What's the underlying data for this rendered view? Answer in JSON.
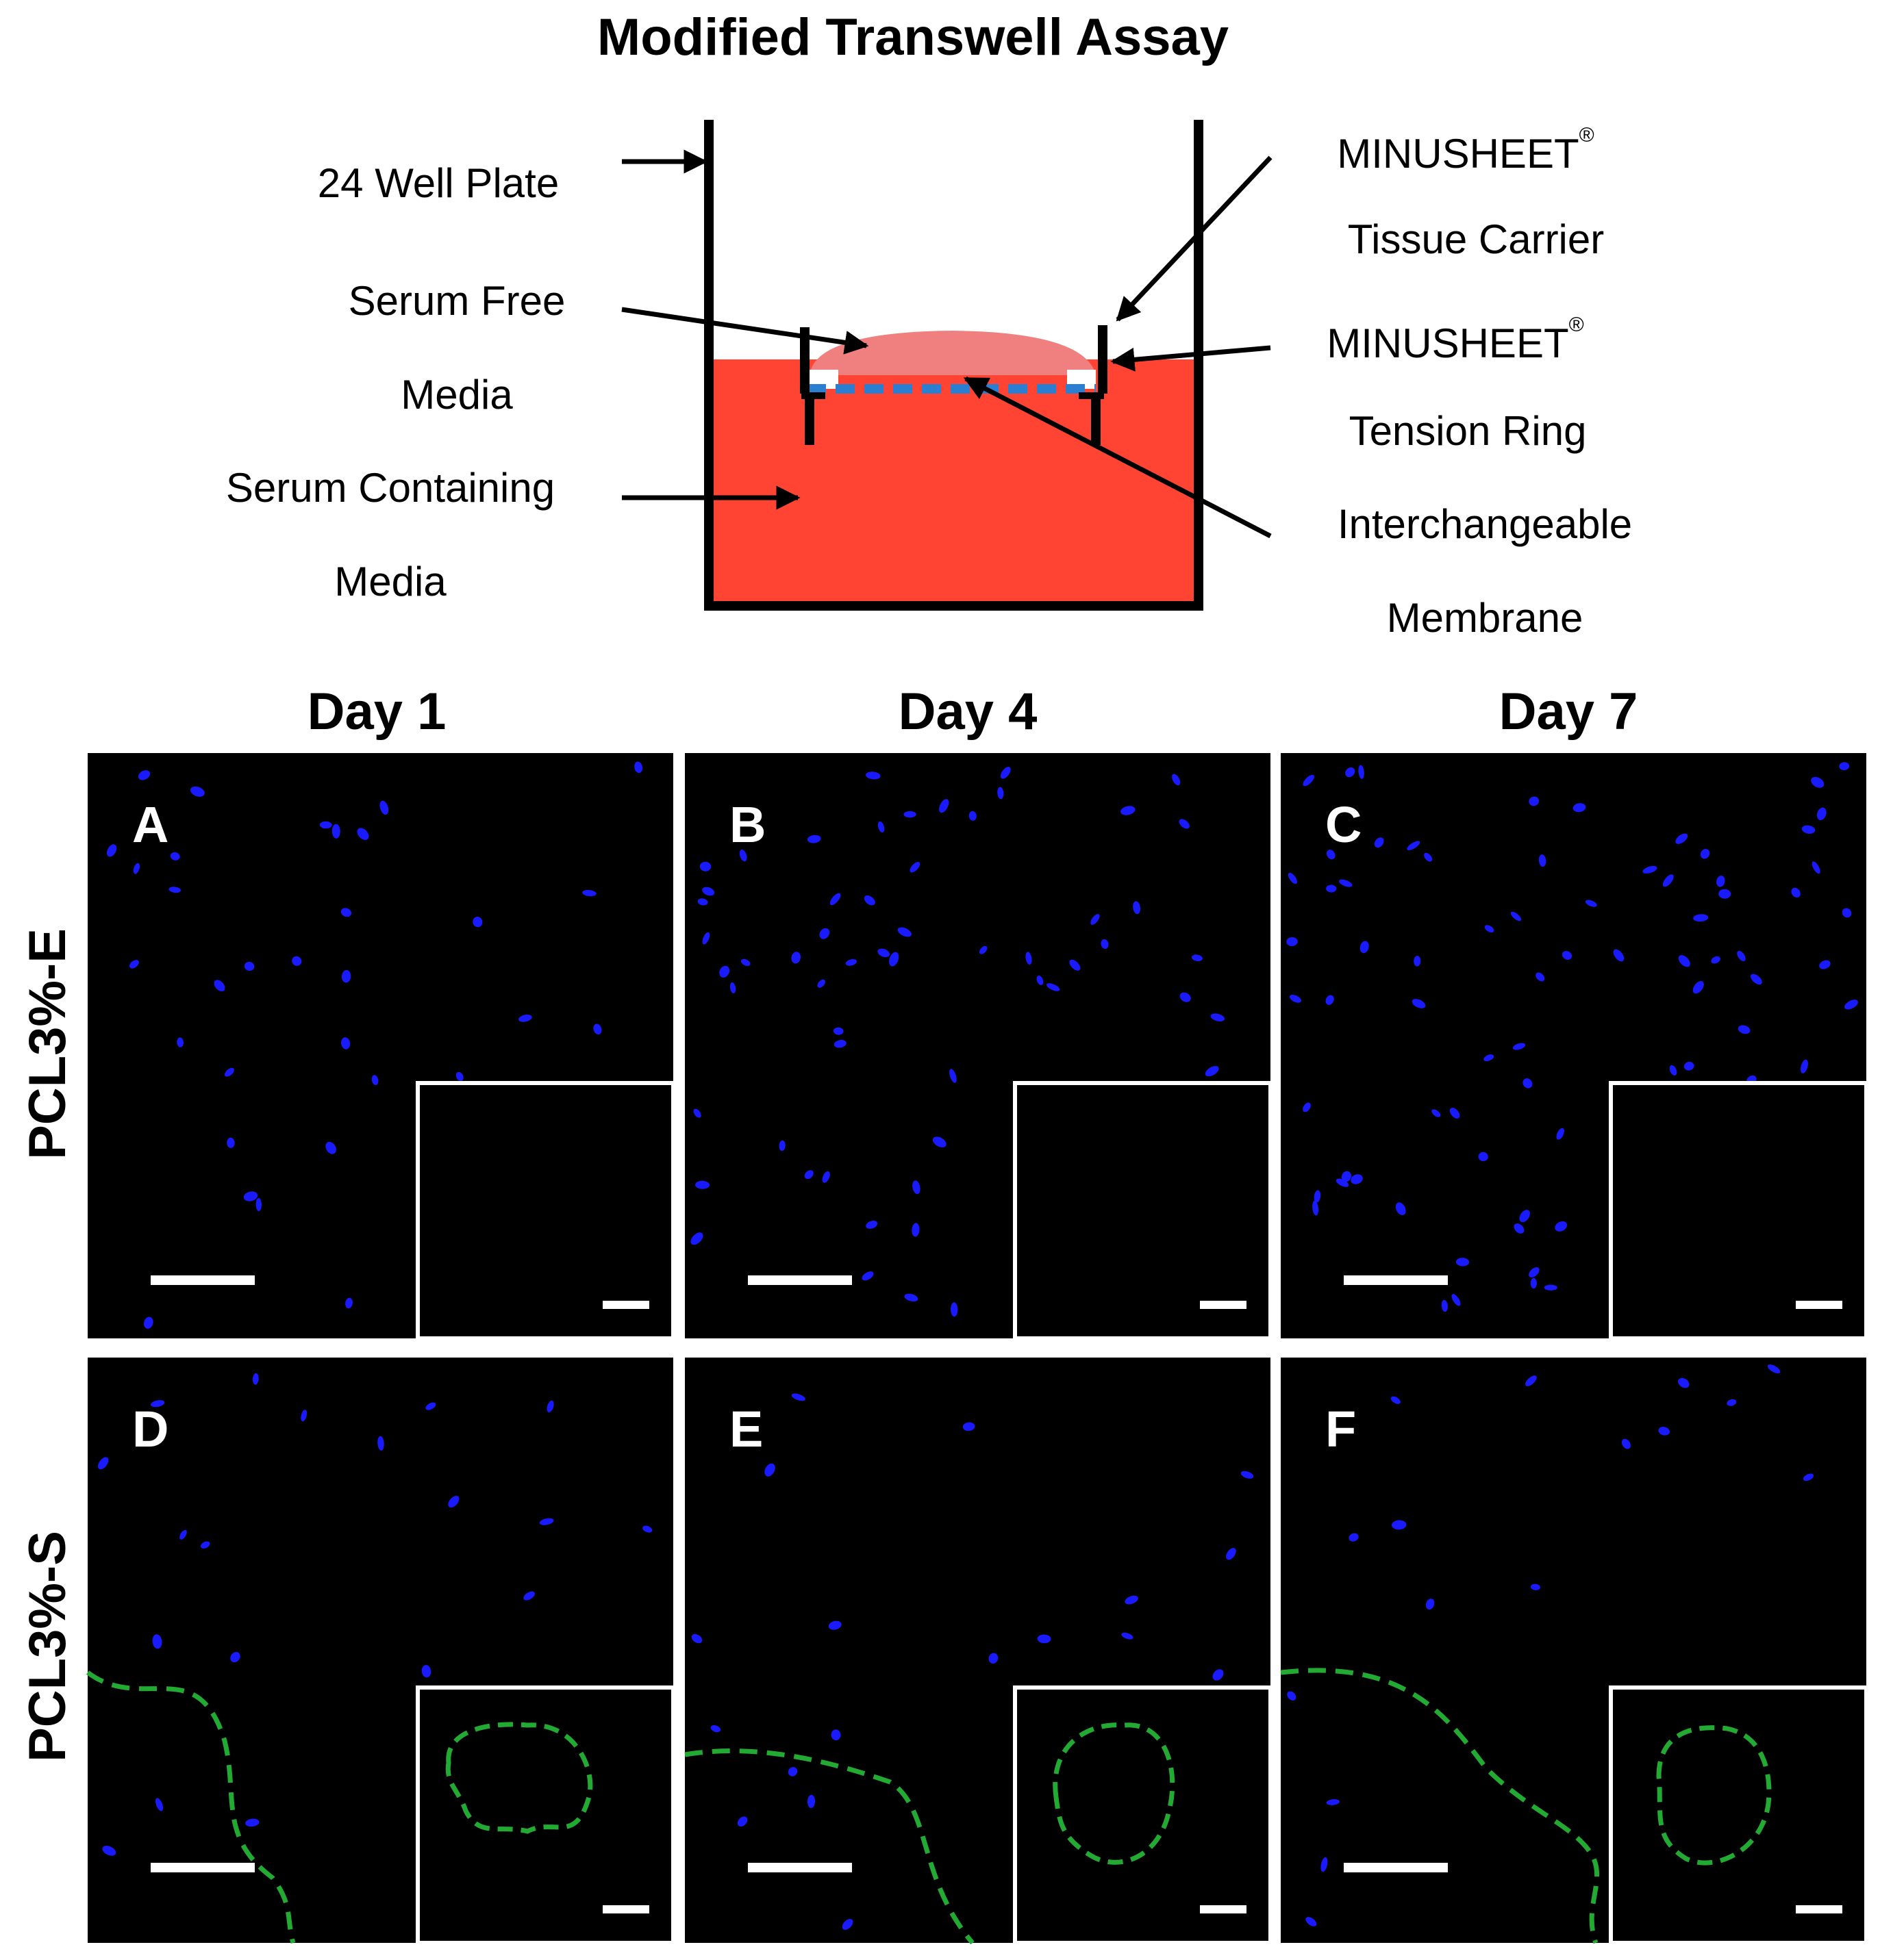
{
  "figure": {
    "title": "Modified Transwell Assay",
    "left_labels": {
      "well_plate": "24 Well Plate",
      "serum_free_1": "Serum Free",
      "serum_free_2": "Media",
      "serum_contain_1": "Serum Containing",
      "serum_contain_2": "Media"
    },
    "right_labels": {
      "carrier_1": "MINUSHEET",
      "carrier_2": "Tissue Carrier",
      "ring_1": "MINUSHEET",
      "ring_2": "Tension Ring",
      "membrane_1": "Interchangeable",
      "membrane_2": "Membrane",
      "registered_mark": "®"
    },
    "colors": {
      "serum_media": "#ff4433",
      "serum_free_media": "#f08080",
      "membrane": "#2a7fd0",
      "cell_nuclei": "#1a1aff",
      "outline": "#22aa33"
    }
  },
  "grid": {
    "columns": [
      "Day 1",
      "Day 4",
      "Day 7"
    ],
    "rows": [
      "PCL3%-E",
      "PCL3%-S"
    ],
    "panels": [
      {
        "letter": "A",
        "has_outline": false
      },
      {
        "letter": "B",
        "has_outline": false
      },
      {
        "letter": "C",
        "has_outline": false
      },
      {
        "letter": "D",
        "has_outline": true
      },
      {
        "letter": "E",
        "has_outline": true
      },
      {
        "letter": "F",
        "has_outline": true
      }
    ]
  }
}
